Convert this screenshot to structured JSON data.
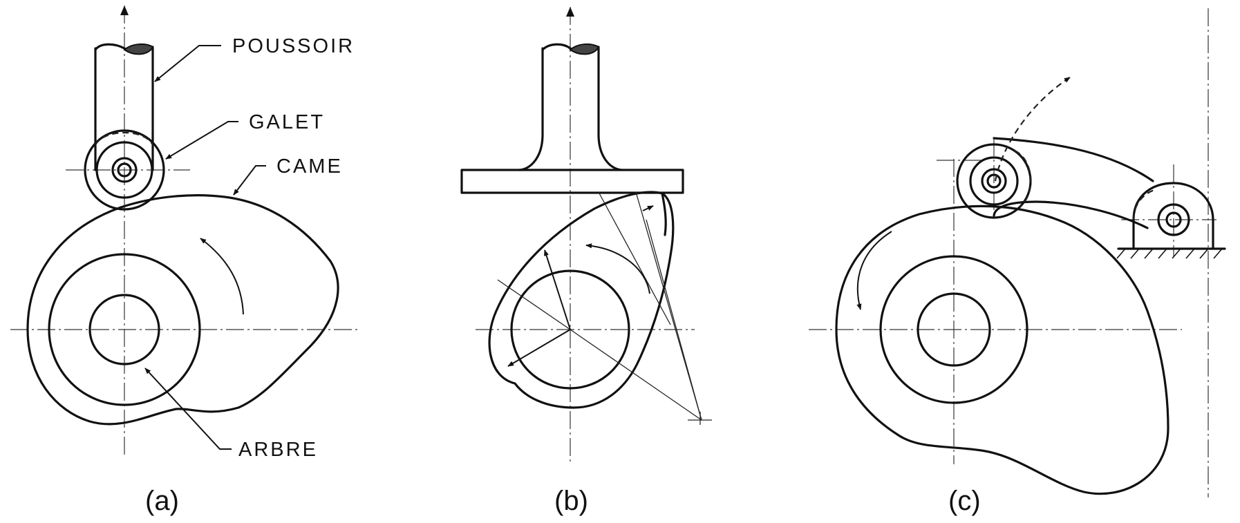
{
  "diagram": {
    "labels": {
      "pusher": "POUSSOIR",
      "roller": "GALET",
      "cam": "CAME",
      "shaft": "ARBRE"
    },
    "captions": {
      "a": "(a)",
      "b": "(b)",
      "c": "(c)"
    }
  }
}
